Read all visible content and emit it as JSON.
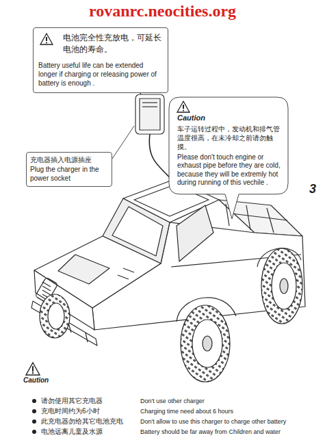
{
  "diagram": {
    "nodes": [
      {
        "text": [
          "电池完全性充放电，可延长电池的寿命。",
          "Battery useful life can be extended longer if charging or releasing power of battery is enough ."
        ]
      },
      {
        "text": [
          "Caution",
          "车子运转过程中，发动机和排气管温度很高，在未冷却之前请勿触摸。",
          "Please don't touch engine or exhaust pipe before they are cold, because they will be extremly hot during running of this vechile ."
        ]
      },
      {
        "text": [
          "充电器插入电源插座",
          "Plug the charger in the power socket"
        ]
      }
    ],
    "labels": [
      "rovanrc.neocities.org",
      "3",
      "Caution",
      "请勿使用其它充电器",
      "Don't use other charger",
      "充电时间约为6小时",
      "Charging time need about 6 hours",
      "此充电器勿给其它电池充电",
      "Don't allow to use this charger to charge other battery",
      "电池远离儿童及水源",
      "Battery should be far away from Children and water"
    ]
  }
}
